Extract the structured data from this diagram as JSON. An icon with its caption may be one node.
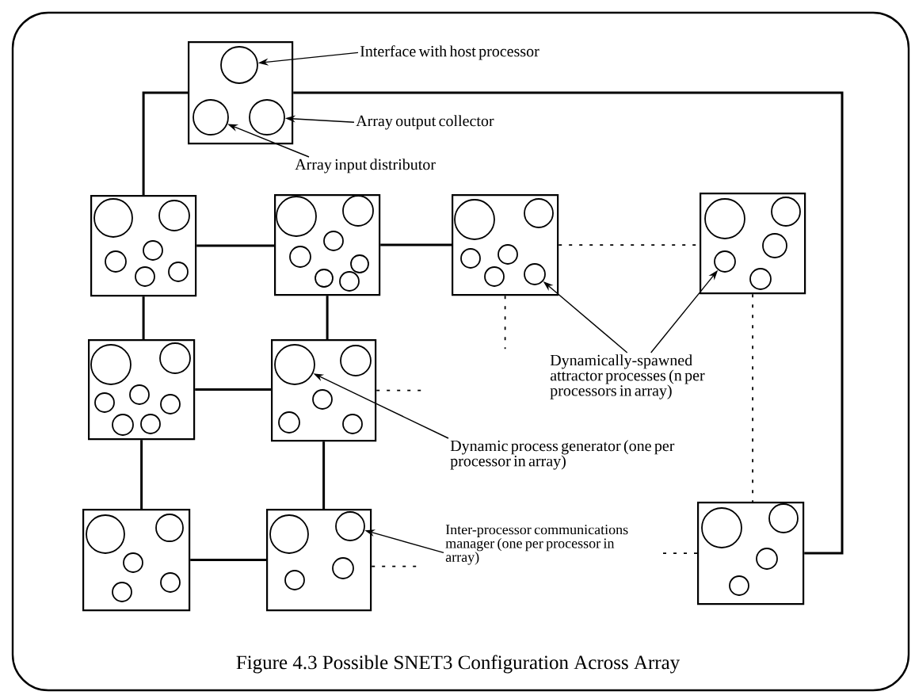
{
  "diagram": {
    "caption": "Figure 4.3 Possible SNET3 Configuration Across Array",
    "nodes": [
      {
        "text": [],
        "shape": "box"
      },
      {
        "text": [],
        "shape": "circle",
        "in": 0
      },
      {
        "text": [],
        "shape": "circle",
        "in": 0
      },
      {
        "text": [],
        "shape": "circle",
        "in": 0
      },
      {
        "text": [
          "Interface with host processor"
        ]
      },
      {
        "text": [
          "Array output collector"
        ]
      },
      {
        "text": [
          "Array input distributor"
        ]
      },
      {
        "text": [],
        "shape": "box"
      },
      {
        "text": [],
        "shape": "box"
      },
      {
        "text": [],
        "shape": "box"
      },
      {
        "text": [],
        "shape": "circle",
        "in": 9
      },
      {
        "text": [],
        "shape": "box"
      },
      {
        "text": [],
        "shape": "circle",
        "in": 11
      },
      {
        "text": [],
        "shape": "box"
      },
      {
        "text": [],
        "shape": "box"
      },
      {
        "text": [],
        "shape": "circle",
        "in": 14
      },
      {
        "text": [
          "Dynamically-spawned attractor processes (n per processors in array)"
        ]
      },
      {
        "text": [
          "Dynamic process generator (one per processor in array)"
        ]
      },
      {
        "text": [],
        "shape": "box"
      },
      {
        "text": [],
        "shape": "box"
      },
      {
        "text": [],
        "shape": "circle",
        "in": 19
      },
      {
        "text": [
          "Inter-processor communications manager (one per processor in array)"
        ]
      },
      {
        "text": [],
        "shape": "box"
      }
    ],
    "edges": [
      {
        "from": 4,
        "to": 1,
        "arrow": "to"
      },
      {
        "from": 5,
        "to": 3,
        "arrow": "to"
      },
      {
        "from": 6,
        "to": 2,
        "arrow": "to"
      },
      {
        "from": 0,
        "to": 7,
        "arrow": "none"
      },
      {
        "from": 0,
        "to": 22,
        "arrow": "none"
      },
      {
        "from": 7,
        "to": 8,
        "arrow": "none"
      },
      {
        "from": 8,
        "to": 9,
        "arrow": "none"
      },
      {
        "from": 9,
        "to": 11,
        "arrow": "none",
        "style": "dashed"
      },
      {
        "from": 9,
        "to": null,
        "arrow": "none",
        "style": "dashed"
      },
      {
        "from": 16,
        "to": 10,
        "arrow": "to"
      },
      {
        "from": 16,
        "to": 12,
        "arrow": "to"
      },
      {
        "from": 11,
        "to": 22,
        "arrow": "none",
        "style": "dashed"
      },
      {
        "from": 7,
        "to": 13,
        "arrow": "none"
      },
      {
        "from": 8,
        "to": 14,
        "arrow": "none"
      },
      {
        "from": 13,
        "to": 14,
        "arrow": "none"
      },
      {
        "from": 14,
        "to": null,
        "arrow": "none",
        "style": "dashed"
      },
      {
        "from": 17,
        "to": 15,
        "arrow": "to"
      },
      {
        "from": 13,
        "to": 18,
        "arrow": "none"
      },
      {
        "from": 14,
        "to": 19,
        "arrow": "none"
      },
      {
        "from": 18,
        "to": 19,
        "arrow": "none"
      },
      {
        "from": 19,
        "to": null,
        "arrow": "none",
        "style": "dashed"
      },
      {
        "from": 21,
        "to": 20,
        "arrow": "to"
      },
      {
        "from": 22,
        "to": null,
        "arrow": "none",
        "style": "dashed"
      }
    ]
  }
}
